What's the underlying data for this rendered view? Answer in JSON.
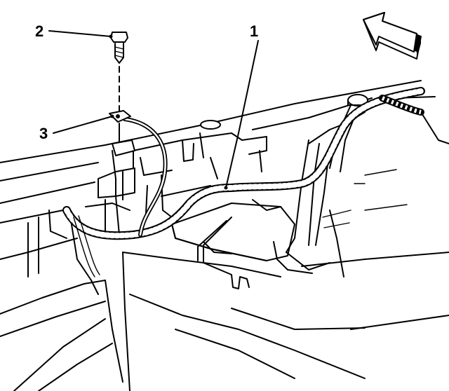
{
  "callouts": [
    {
      "id": "1",
      "label": "1"
    },
    {
      "id": "2",
      "label": "2"
    },
    {
      "id": "3",
      "label": "3"
    }
  ],
  "icons": {
    "direction_arrow": "front-direction-arrow-icon",
    "bolt": "bolt-icon",
    "ground_terminal": "ground-terminal-icon",
    "harness": "wiring-harness-icon"
  },
  "colors": {
    "ink": "#000000",
    "paper": "#ffffff"
  }
}
